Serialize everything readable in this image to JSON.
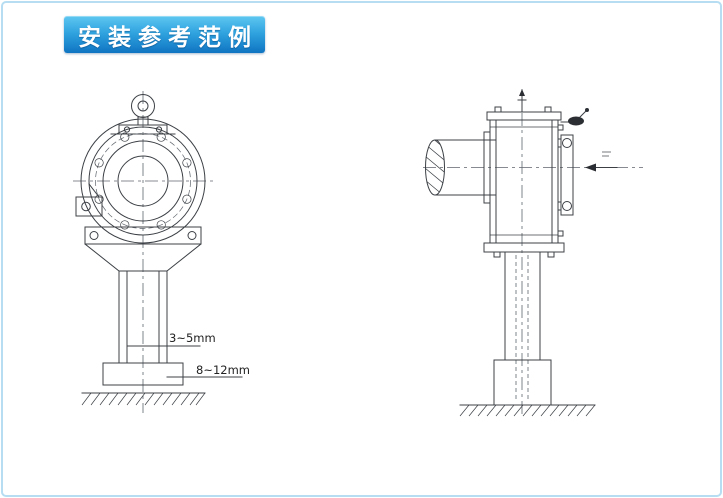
{
  "page": {
    "background": "#ffffff",
    "frame_color": "#b6ddf2"
  },
  "banner": {
    "title": "安装参考范例",
    "gradient_top": "#5ec7f1",
    "gradient_bottom": "#0f74c2",
    "text_color": "#ffffff"
  },
  "front_view": {
    "dim_labels": {
      "gap": "3~5mm",
      "base": "8~12mm"
    }
  },
  "side_view": {
    "icons": {
      "pointer": "left-arrow-icon",
      "vent": "vent-plug-icon",
      "oil_fill": "oil-fill-plug-icon",
      "oil_gauge": "oil-level-gauge-icon"
    }
  },
  "drawing_style": {
    "line_color": "#3c4045",
    "centerline_color": "#60666d"
  }
}
